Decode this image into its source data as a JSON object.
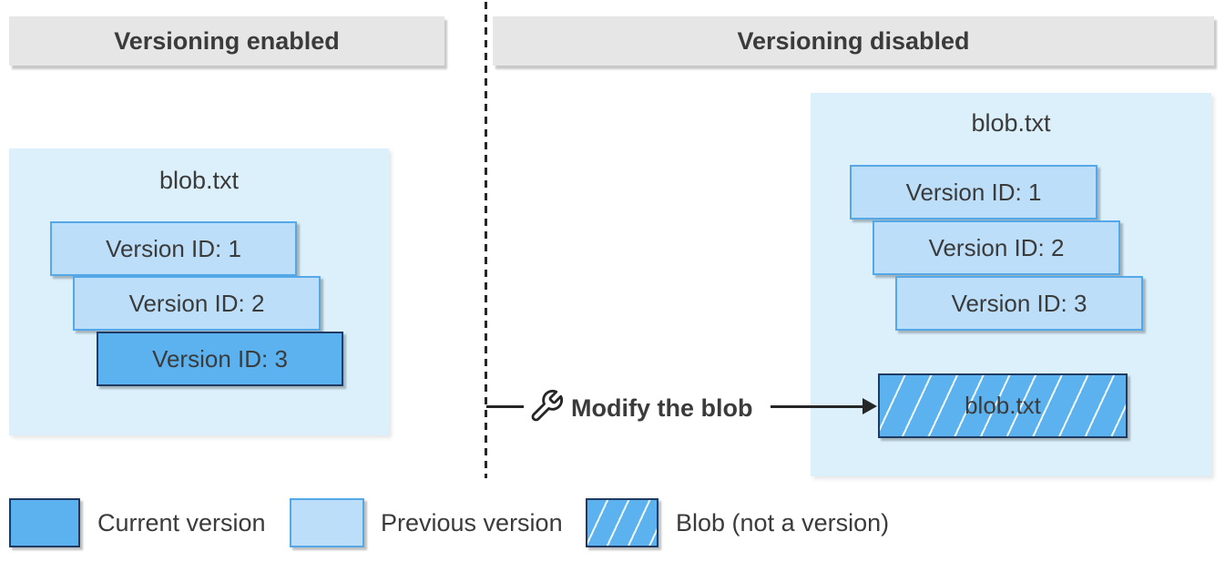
{
  "headers": {
    "left": "Versioning enabled",
    "right": "Versioning disabled"
  },
  "left_panel": {
    "title": "blob.txt",
    "versions": [
      {
        "label": "Version ID: 1",
        "type": "previous"
      },
      {
        "label": "Version ID: 2",
        "type": "previous"
      },
      {
        "label": "Version ID: 3",
        "type": "current"
      }
    ]
  },
  "right_panel": {
    "title": "blob.txt",
    "versions": [
      {
        "label": "Version ID: 1",
        "type": "previous"
      },
      {
        "label": "Version ID: 2",
        "type": "previous"
      },
      {
        "label": "Version ID: 3",
        "type": "previous"
      }
    ],
    "blob": {
      "label": "blob.txt",
      "type": "blob-not-a-version",
      "style": "hatched"
    }
  },
  "modify_action": {
    "label": "Modify the blob",
    "icon": "wrench-icon"
  },
  "legend": [
    {
      "label": "Current version",
      "swatch": "current"
    },
    {
      "label": "Previous version",
      "swatch": "previous"
    },
    {
      "label": "Blob (not a version)",
      "swatch": "hatched"
    }
  ],
  "colors": {
    "header_fill": "#e6e6e6",
    "container_fill": "#dbf0fb",
    "previous_fill": "#bcdef8",
    "previous_border": "#54a8e8",
    "current_fill": "#5cb2ee",
    "current_border": "#1f3a63",
    "line": "#262626",
    "text": "#3b3b3b"
  }
}
